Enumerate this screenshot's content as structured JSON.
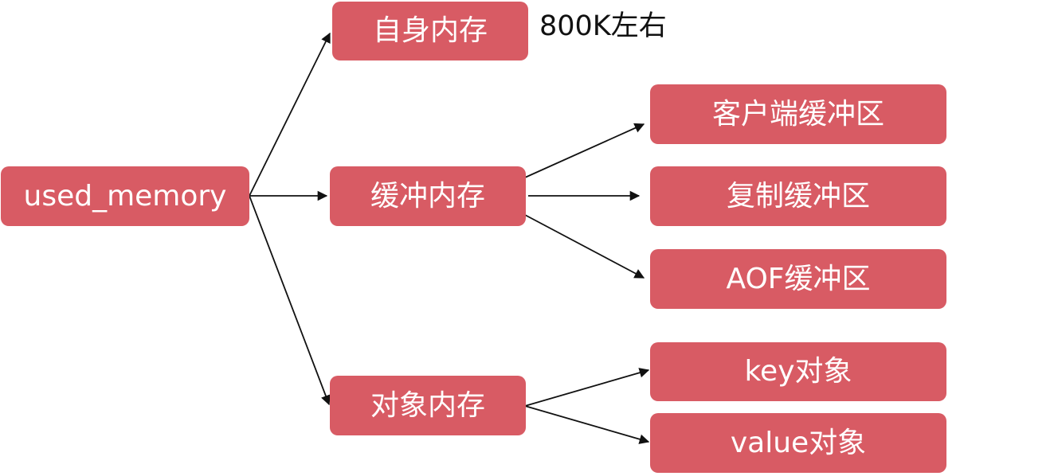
{
  "diagram": {
    "root": {
      "label": "used_memory"
    },
    "level1": [
      {
        "label": "自身内存",
        "note": "800K左右"
      },
      {
        "label": "缓冲内存"
      },
      {
        "label": "对象内存"
      }
    ],
    "buffer_children": [
      {
        "label": "客户端缓冲区"
      },
      {
        "label": "复制缓冲区"
      },
      {
        "label": "AOF缓冲区"
      }
    ],
    "object_children": [
      {
        "label": "key对象"
      },
      {
        "label": "value对象"
      }
    ],
    "colors": {
      "node_fill": "#d85b64",
      "node_text": "#ffffff",
      "edge": "#111111",
      "background": "#ffffff"
    }
  }
}
